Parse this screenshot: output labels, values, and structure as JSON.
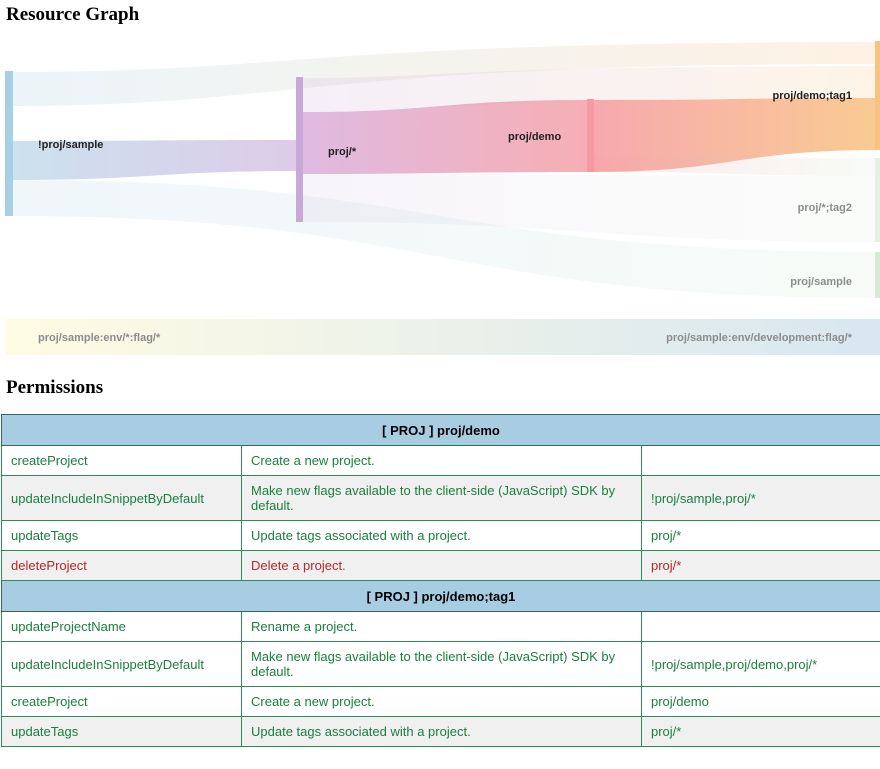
{
  "graph_title": "Resource Graph",
  "permissions_title": "Permissions",
  "graph": {
    "nodes": [
      {
        "id": "n_sample_neg",
        "label": "!proj/sample",
        "color": "#a9cfe4"
      },
      {
        "id": "n_proj_star",
        "label": "proj/*",
        "color": "#c7a8d8"
      },
      {
        "id": "n_proj_demo",
        "label": "proj/demo",
        "color": "#f59aa0"
      },
      {
        "id": "n_demo_tag1",
        "label": "proj/demo;tag1",
        "color": "#f8c27f"
      },
      {
        "id": "n_star_tag2",
        "label": "proj/*;tag2",
        "color": "#e4f2e4"
      },
      {
        "id": "n_proj_sample",
        "label": "proj/sample",
        "color": "#d6ead6"
      },
      {
        "id": "n_env_flag",
        "label": "proj/sample:env/*:flag/*",
        "color": "#fffbe0"
      },
      {
        "id": "n_env_dev",
        "label": "proj/sample:env/development:flag/*",
        "color": "#d3e4ef"
      }
    ]
  },
  "tables": [
    {
      "header": "[ PROJ ] proj/demo",
      "rows": [
        {
          "action": "createProject",
          "description": "Create a new project.",
          "resources": "",
          "style": "normal"
        },
        {
          "action": "updateIncludeInSnippetByDefault",
          "description": "Make new flags available to the client-side (JavaScript) SDK by default.",
          "resources": "!proj/sample,proj/*",
          "style": "alt"
        },
        {
          "action": "updateTags",
          "description": "Update tags associated with a project.",
          "resources": "proj/*",
          "style": "normal"
        },
        {
          "action": "deleteProject",
          "description": "Delete a project.",
          "resources": "proj/*",
          "style": "deny"
        }
      ]
    },
    {
      "header": "[ PROJ ] proj/demo;tag1",
      "rows": [
        {
          "action": "updateProjectName",
          "description": "Rename a project.",
          "resources": "",
          "style": "normal"
        },
        {
          "action": "updateIncludeInSnippetByDefault",
          "description": "Make new flags available to the client-side (JavaScript) SDK by default.",
          "resources": "!proj/sample,proj/demo,proj/*",
          "style": "normal"
        },
        {
          "action": "createProject",
          "description": "Create a new project.",
          "resources": "proj/demo",
          "style": "normal"
        },
        {
          "action": "updateTags",
          "description": "Update tags associated with a project.",
          "resources": "proj/*",
          "style": "alt"
        }
      ]
    }
  ]
}
